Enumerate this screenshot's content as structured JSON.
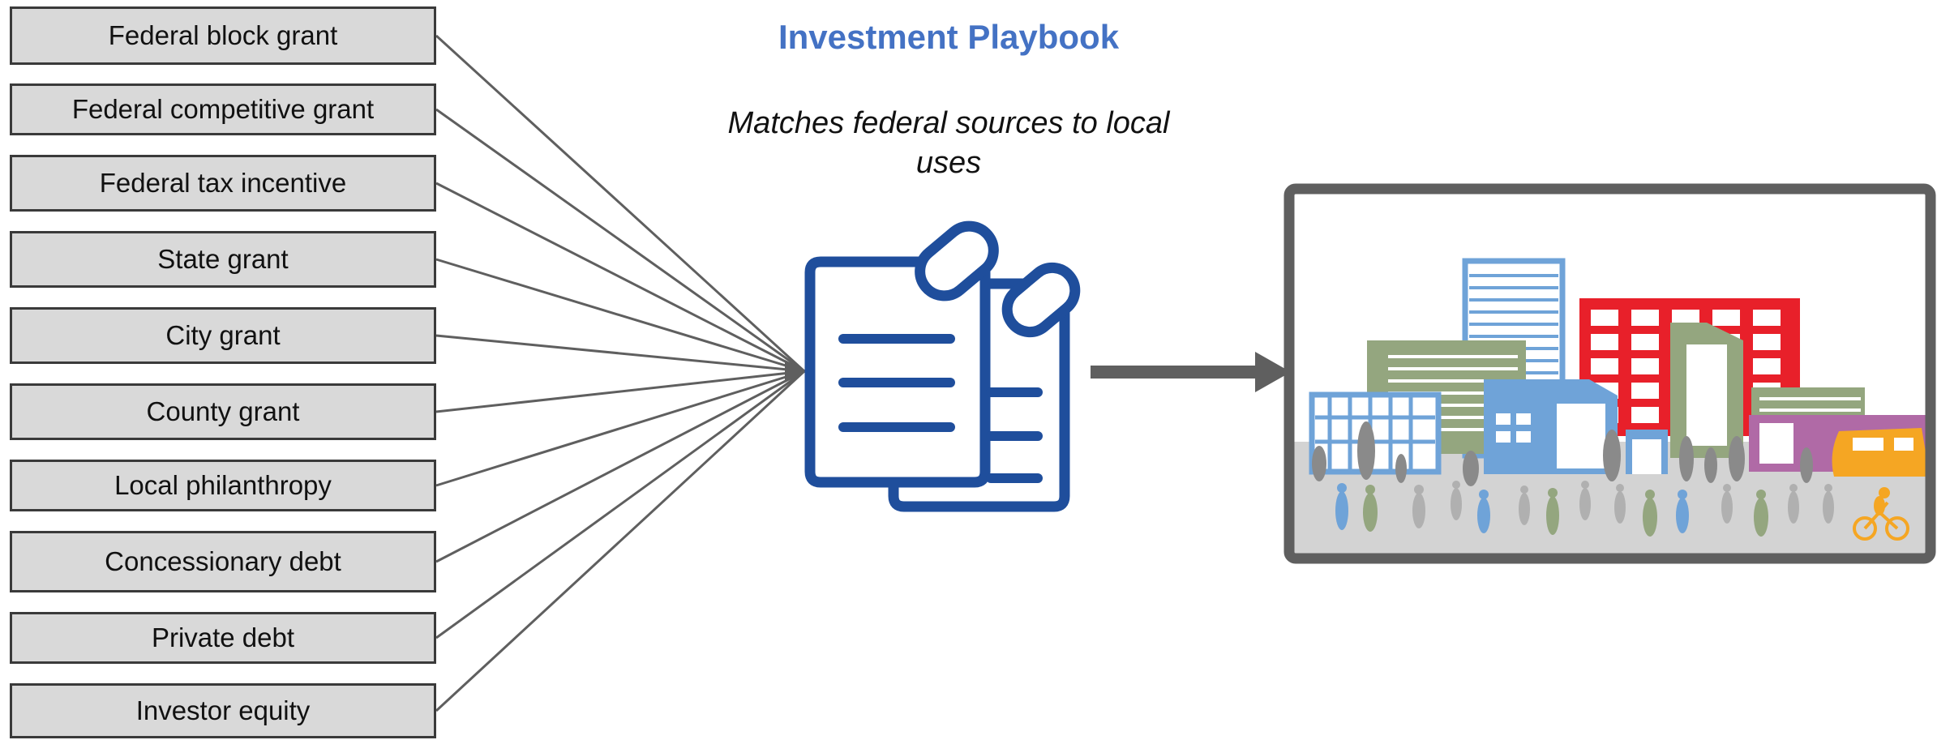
{
  "title": "Investment Playbook",
  "subtitle": "Matches federal sources to local uses",
  "sources": [
    "Federal block grant",
    "Federal competitive grant",
    "Federal tax incentive",
    "State grant",
    "City grant",
    "County grant",
    "Local philanthropy",
    "Concessionary debt",
    "Private debt",
    "Investor equity"
  ],
  "colors": {
    "title": "#4472c4",
    "box_fill": "#d9d9d9",
    "box_border": "#3a3a3a",
    "connector": "#5f5f5f",
    "document_icon": "#1f4e9c",
    "frame": "#5f5f5f",
    "building_blue": "#6fa3d8",
    "building_green": "#94a67f",
    "building_red": "#e8202a",
    "building_pink": "#b06aa6",
    "train": "#f5a623"
  },
  "icons": [
    "document-stack-icon",
    "right-arrow-icon",
    "city-illustration"
  ]
}
